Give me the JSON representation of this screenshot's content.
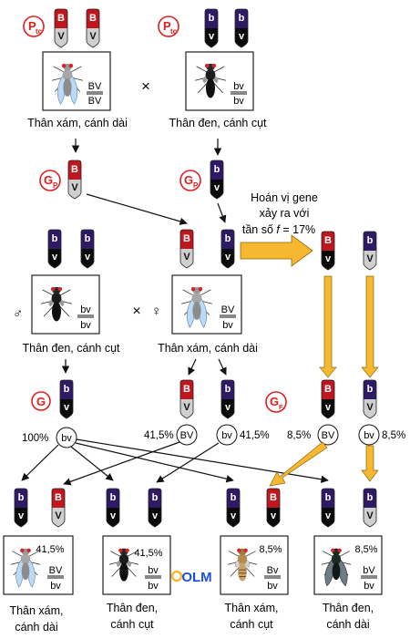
{
  "symbols": {
    "ptc": "P",
    "ptc_sub": "tc",
    "gp": "G",
    "gp_sub": "P",
    "g": "G",
    "gf1": "G",
    "gf1_sub": "F₁",
    "cross": "×",
    "male": "♂",
    "female": "♀"
  },
  "alleles": {
    "B": "B",
    "b": "b",
    "V": "V",
    "v": "v"
  },
  "parents": {
    "p1": {
      "genotype_top": "BV",
      "genotype_bottom": "BV",
      "label": "Thân xám, cánh dài"
    },
    "p2": {
      "genotype_top": "bv",
      "genotype_bottom": "bv",
      "label": "Thân đen, cánh cụt"
    }
  },
  "f1": {
    "male": {
      "genotype_top": "bv",
      "genotype_bottom": "bv",
      "label": "Thân đen, cánh cụt"
    },
    "female": {
      "genotype_top": "BV",
      "genotype_bottom": "bv",
      "label": "Thân xám, cánh dài"
    }
  },
  "recombination_note": {
    "line1": "Hoán vị gene",
    "line2": "xảy ra với",
    "line3_prefix": "tần số ",
    "line3_f": "f",
    "line3_suffix": " = 17%"
  },
  "gametes": {
    "male": {
      "percent": "100%",
      "label": "bv"
    },
    "female_parental_1": {
      "percent": "41,5%",
      "label": "BV"
    },
    "female_parental_2": {
      "percent": "41,5%",
      "label": "bv"
    },
    "female_recombinant_1": {
      "percent": "8,5%",
      "label": "BV"
    },
    "female_recombinant_2": {
      "percent": "8,5%",
      "label": "bv"
    }
  },
  "offspring": [
    {
      "percent": "41,5%",
      "genotype_top": "BV",
      "genotype_bottom": "bv",
      "label_line1": "Thân xám,",
      "label_line2": "cánh dài"
    },
    {
      "percent": "41,5%",
      "genotype_top": "bv",
      "genotype_bottom": "bv",
      "label_line1": "Thân đen,",
      "label_line2": "cánh cụt"
    },
    {
      "percent": "8,5%",
      "genotype_top": "Bv",
      "genotype_bottom": "bv",
      "label_line1": "Thân xám,",
      "label_line2": "cánh cụt"
    },
    {
      "percent": "8,5%",
      "genotype_top": "bV",
      "genotype_bottom": "bv",
      "label_line1": "Thân đen,",
      "label_line2": "cánh dài"
    }
  ],
  "watermark": "OLM",
  "colors": {
    "red_top": "#c0161d",
    "purple_top": "#2f1a66",
    "black_bottom": "#0a0a0a",
    "gray_bottom": "#c9c9c9",
    "arrow_yellow": "#f7b731",
    "symbol_red": "#e21d1d",
    "watermark_blue": "#1d4ed8"
  },
  "icons": [
    "chromosome",
    "fly-grey-long-wing",
    "fly-black-vestigial-wing",
    "fly-grey-vestigial-wing",
    "fly-black-long-wing",
    "arrow"
  ]
}
